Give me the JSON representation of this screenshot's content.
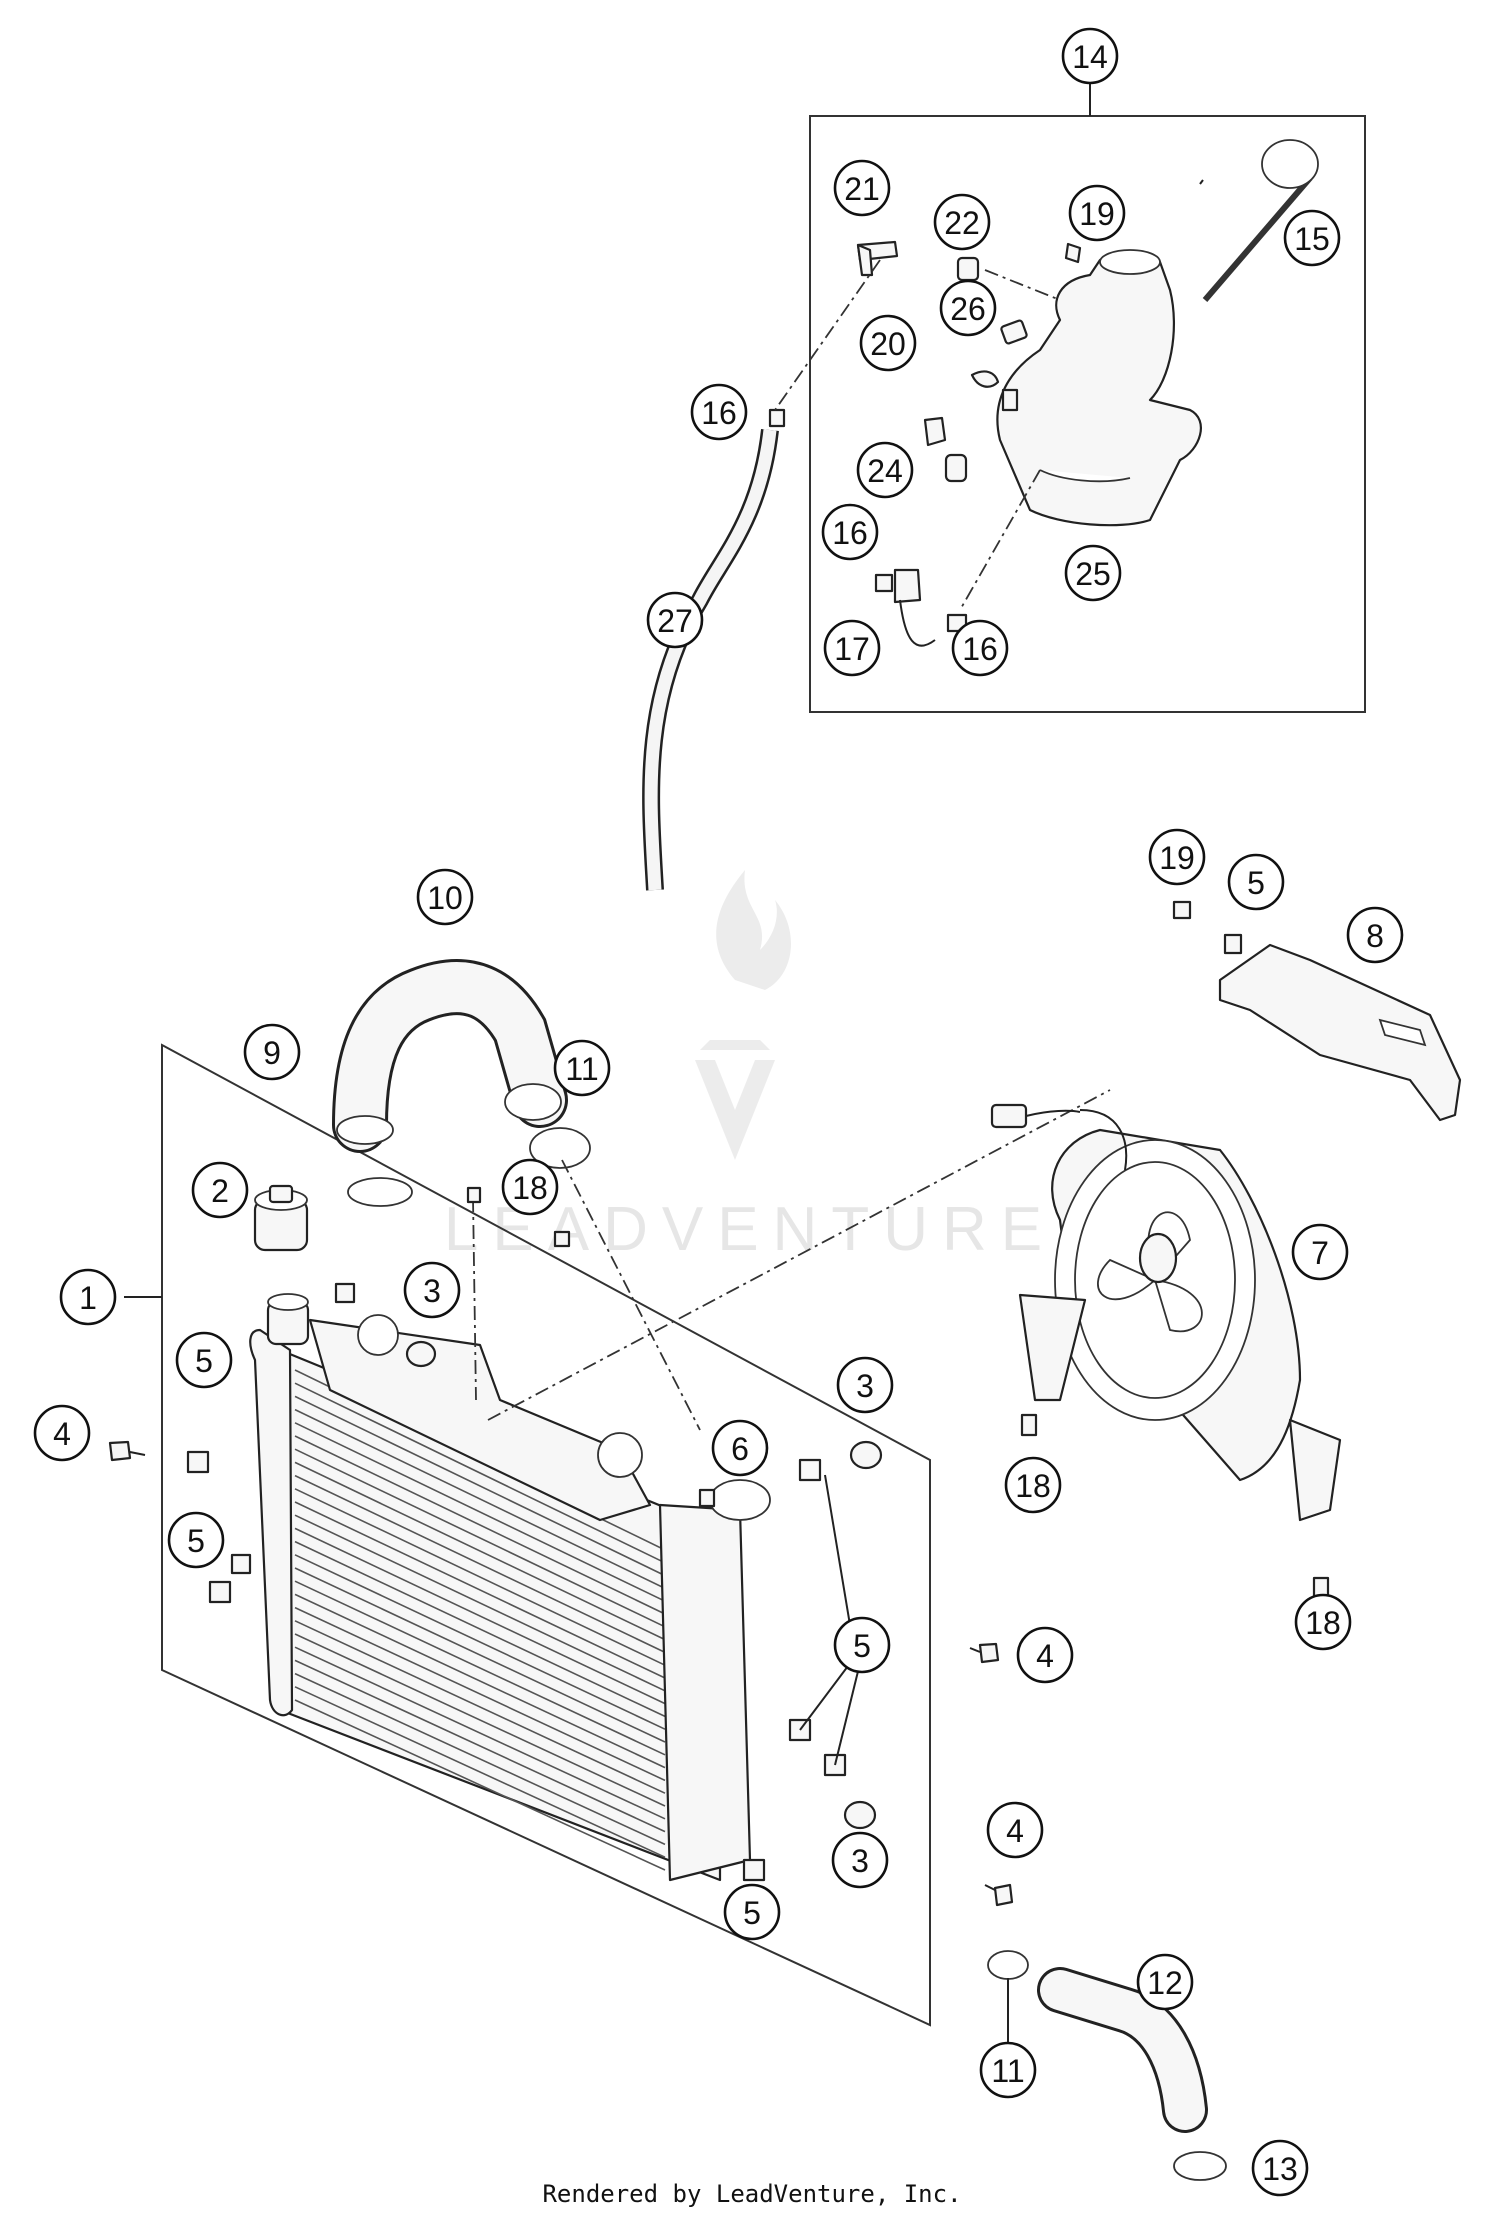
{
  "callouts": [
    {
      "id": "1",
      "label": "1"
    },
    {
      "id": "2",
      "label": "2"
    },
    {
      "id": "3a",
      "label": "3"
    },
    {
      "id": "3b",
      "label": "3"
    },
    {
      "id": "3c",
      "label": "3"
    },
    {
      "id": "4a",
      "label": "4"
    },
    {
      "id": "4b",
      "label": "4"
    },
    {
      "id": "4c",
      "label": "4"
    },
    {
      "id": "5a",
      "label": "5"
    },
    {
      "id": "5b",
      "label": "5"
    },
    {
      "id": "5c",
      "label": "5"
    },
    {
      "id": "5d",
      "label": "5"
    },
    {
      "id": "5e",
      "label": "5"
    },
    {
      "id": "6",
      "label": "6"
    },
    {
      "id": "7",
      "label": "7"
    },
    {
      "id": "8",
      "label": "8"
    },
    {
      "id": "9",
      "label": "9"
    },
    {
      "id": "10",
      "label": "10"
    },
    {
      "id": "11a",
      "label": "11"
    },
    {
      "id": "11b",
      "label": "11"
    },
    {
      "id": "12",
      "label": "12"
    },
    {
      "id": "13",
      "label": "13"
    },
    {
      "id": "14",
      "label": "14"
    },
    {
      "id": "15",
      "label": "15"
    },
    {
      "id": "16a",
      "label": "16"
    },
    {
      "id": "16b",
      "label": "16"
    },
    {
      "id": "16c",
      "label": "16"
    },
    {
      "id": "17",
      "label": "17"
    },
    {
      "id": "18a",
      "label": "18"
    },
    {
      "id": "18b",
      "label": "18"
    },
    {
      "id": "18c",
      "label": "18"
    },
    {
      "id": "19a",
      "label": "19"
    },
    {
      "id": "19b",
      "label": "19"
    },
    {
      "id": "20",
      "label": "20"
    },
    {
      "id": "21",
      "label": "21"
    },
    {
      "id": "22",
      "label": "22"
    },
    {
      "id": "24",
      "label": "24"
    },
    {
      "id": "25",
      "label": "25"
    },
    {
      "id": "26",
      "label": "26"
    },
    {
      "id": "27",
      "label": "27"
    }
  ],
  "watermark": "LEADVENTURE",
  "footer": "Rendered by LeadVenture, Inc."
}
